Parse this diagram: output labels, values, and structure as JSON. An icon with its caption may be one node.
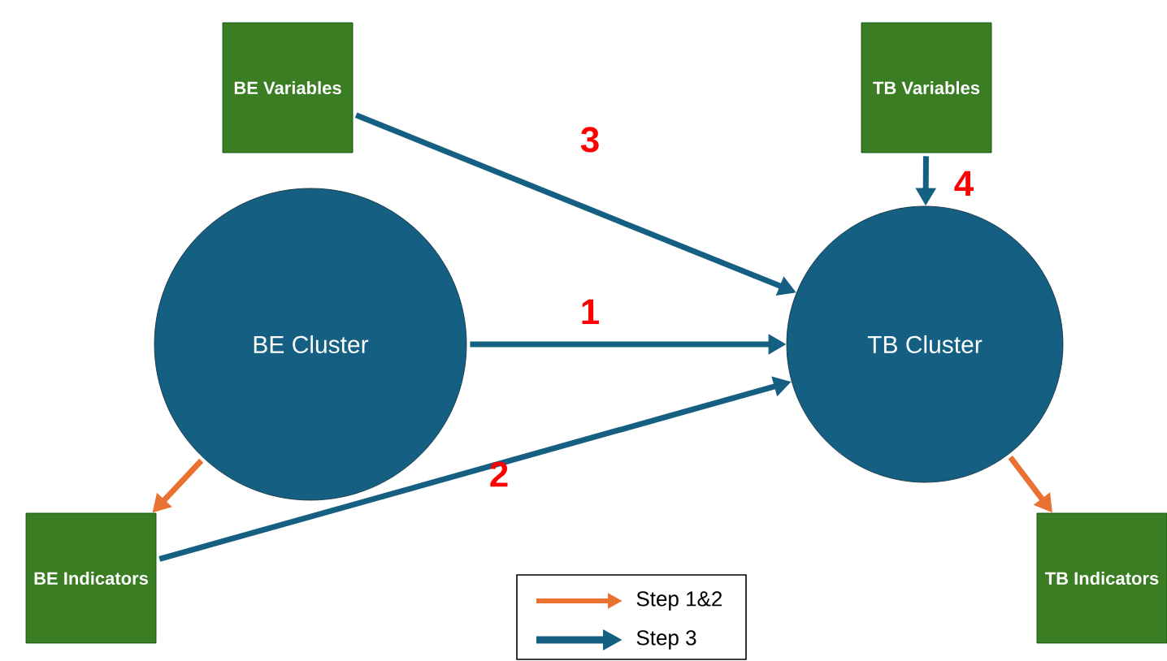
{
  "diagram": {
    "nodes": [
      {
        "text": [
          "BE Variables"
        ]
      },
      {
        "text": [
          "TB Variables"
        ]
      },
      {
        "text": [
          "BE Cluster"
        ]
      },
      {
        "text": [
          "TB Cluster"
        ]
      },
      {
        "text": [
          "BE Indicators"
        ]
      },
      {
        "text": [
          "TB Indicators"
        ]
      }
    ],
    "edges": [
      {
        "from": 2,
        "to": 3,
        "arrow": "to",
        "label": "1"
      },
      {
        "from": 4,
        "to": 3,
        "arrow": "to",
        "label": "2"
      },
      {
        "from": 0,
        "to": 3,
        "arrow": "to",
        "label": "3"
      },
      {
        "from": 1,
        "to": 3,
        "arrow": "to",
        "label": "4"
      },
      {
        "from": 2,
        "to": 4,
        "arrow": "to",
        "color": "#e97132"
      },
      {
        "from": 3,
        "to": 5,
        "arrow": "to",
        "color": "#e97132"
      }
    ],
    "legend": [
      {
        "text": "Step 1&2"
      },
      {
        "text": "Step 3"
      }
    ]
  }
}
